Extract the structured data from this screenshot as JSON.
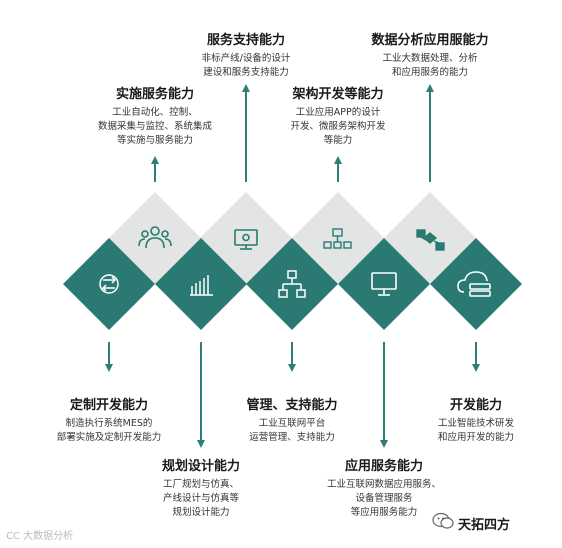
{
  "top_items": [
    {
      "title": "实施服务能力",
      "desc": [
        "工业自动化、控制、",
        "数据采集与监控、系统集成",
        "等实施与服务能力"
      ]
    },
    {
      "title": "服务支持能力",
      "desc": [
        "非标产线/设备的设计",
        "建设和服务支持能力"
      ]
    },
    {
      "title": "架构开发等能力",
      "desc": [
        "工业应用APP的设计",
        "开发、微服务架构开发",
        "等能力"
      ]
    },
    {
      "title": "数据分析应用服能力",
      "desc": [
        "工业大数据处理、分析",
        "和应用服务的能力"
      ]
    }
  ],
  "bottom_items": [
    {
      "title": "定制开发能力",
      "desc": [
        "制造执行系统MES的",
        "部署实施及定制开发能力"
      ]
    },
    {
      "title": "规划设计能力",
      "desc": [
        "工厂规划与仿真、",
        "产线设计与仿真等",
        "规划设计能力"
      ]
    },
    {
      "title": "管理、支持能力",
      "desc": [
        "工业互联网平台",
        "运营管理、支持能力"
      ]
    },
    {
      "title": "应用服务能力",
      "desc": [
        "工业互联网数据应用服务、",
        "设备管理服务",
        "等应用服务能力"
      ]
    },
    {
      "title": "开发能力",
      "desc": [
        "工业智能技术研发",
        "和应用开发的能力"
      ]
    }
  ],
  "watermark_left": "CC 大数据分析",
  "watermark_right": "天拓四方",
  "colors": {
    "teal": "#2a7a73",
    "gray": "#e3e4e4",
    "arrow": "#2d7f78"
  },
  "icons": [
    "users-icon",
    "monitor-settings-icon",
    "flow-chart-icon",
    "process-flow-icon",
    "hub-icon",
    "bar-chart-icon",
    "network-tree-icon",
    "desktop-icon",
    "cloud-server-icon"
  ]
}
